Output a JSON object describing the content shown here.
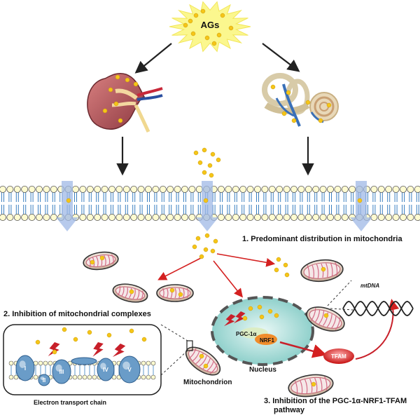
{
  "source": {
    "label": "AGs"
  },
  "steps": {
    "step1": "1. Predominant distribution in mitochondria",
    "step2": "2. Inhibition of  mitochondrial complexes",
    "step3_line1": "3. Inhibition of the PGC-1α-NRF1-TFAM",
    "step3_line2": "pathway"
  },
  "labels": {
    "nucleus": "Nucleus",
    "mitochondrion": "Mitochondrion",
    "etc": "Electron transport chain",
    "mtdna": "mtDNA",
    "pgc": "PGC-1α",
    "nrf1": "NRF1",
    "tfam": "TFAM"
  },
  "complexes": [
    "I",
    "II",
    "III",
    "IV",
    "V"
  ],
  "colors": {
    "particle": "#f5c518",
    "lipid_head": "#fffbd0",
    "lipid_tail": "#3a7fc0",
    "arrow_red": "#d42020",
    "lightning": "#c8202a",
    "nucleus_fill": "#a9dedb",
    "complex_blue": "#6a9cc8",
    "tfam_red": "#d81e1e"
  }
}
